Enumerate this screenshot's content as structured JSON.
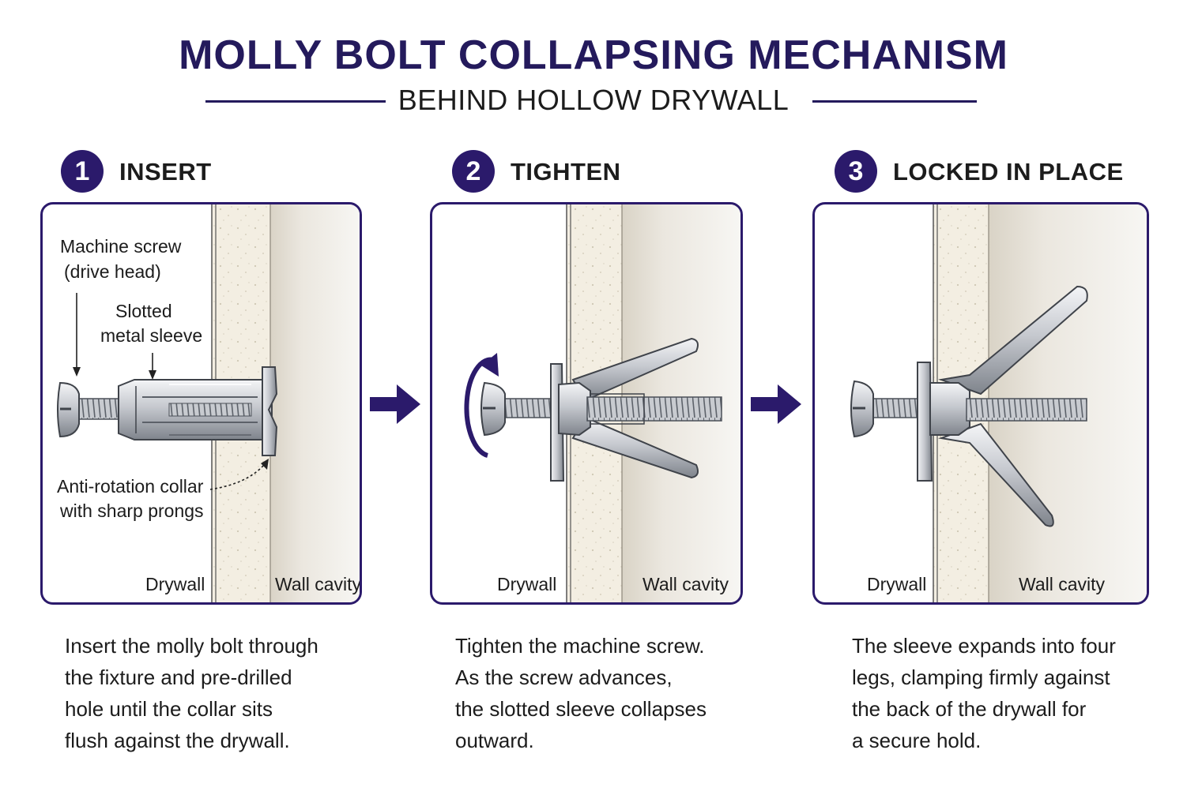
{
  "title": "MOLLY BOLT COLLAPSING MECHANISM",
  "subtitle": "BEHIND HOLLOW DRYWALL",
  "colors": {
    "accent": "#2b1a6b",
    "title": "#241a5c",
    "drywall": "#f3eee2",
    "metal": "#c9ccd1"
  },
  "steps": [
    {
      "number": "1",
      "title": "INSERT",
      "labels": {
        "screw_line1": "Machine screw",
        "screw_line2": "(drive head)",
        "sleeve_line1": "Slotted",
        "sleeve_line2": "metal sleeve",
        "collar_line1": "Anti-rotation collar",
        "collar_line2": "with sharp prongs",
        "drywall": "Drywall",
        "cavity": "Wall cavity"
      },
      "description": [
        "Insert the molly bolt through",
        "the fixture and pre-drilled",
        "hole until the collar sits",
        "flush against the drywall."
      ]
    },
    {
      "number": "2",
      "title": "TIGHTEN",
      "labels": {
        "drywall": "Drywall",
        "cavity": "Wall cavity"
      },
      "description": [
        "Tighten the machine screw.",
        "As the screw advances,",
        "the slotted sleeve collapses",
        "outward."
      ]
    },
    {
      "number": "3",
      "title": "LOCKED IN PLACE",
      "labels": {
        "drywall": "Drywall",
        "cavity": "Wall cavity"
      },
      "description": [
        "The sleeve expands into four",
        "legs, clamping firmly against",
        "the back of the drywall for",
        "a secure hold."
      ]
    }
  ],
  "icons": [
    "flow-arrow-icon",
    "rotation-arrow-icon"
  ]
}
